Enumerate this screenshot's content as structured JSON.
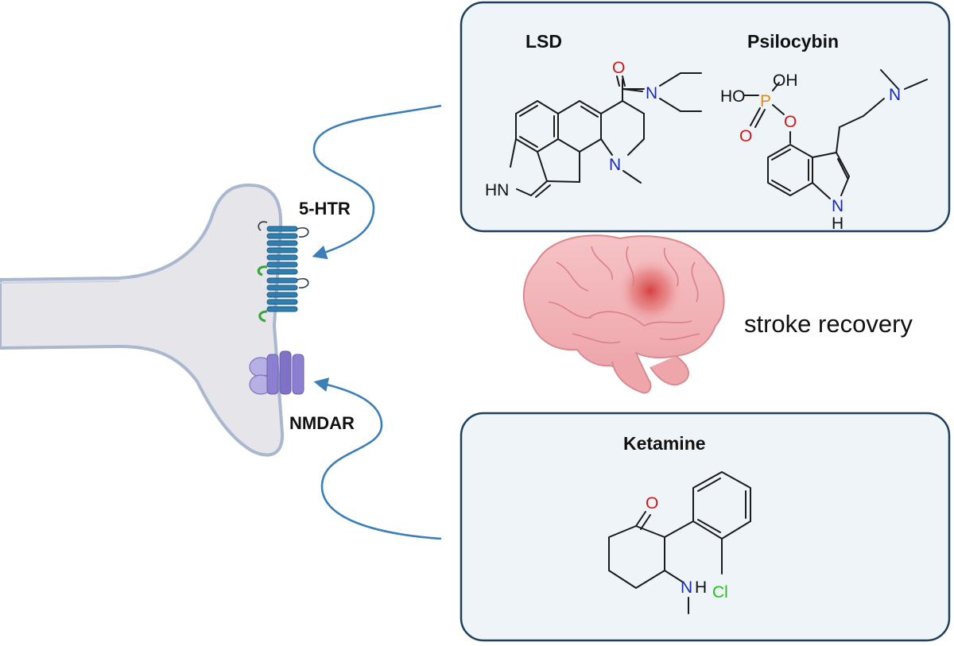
{
  "labels": {
    "receptor_5htr": "5-HTR",
    "receptor_nmdar": "NMDAR",
    "outcome": "stroke recovery"
  },
  "drugs": {
    "lsd": {
      "name": "LSD"
    },
    "psilocybin": {
      "name": "Psilocybin"
    },
    "ketamine": {
      "name": "Ketamine"
    }
  },
  "atoms": {
    "O": "O",
    "N": "N",
    "HN": "HN",
    "H": "H",
    "HO": "HO",
    "OH": "OH",
    "P": "P",
    "Cl": "Cl"
  },
  "colors": {
    "panel_border": "#1f3f5f",
    "panel_fill": "#eef4f8",
    "arrow": "#3c7fb8",
    "oxygen": "#cc1a1a",
    "nitrogen": "#1a2aa8",
    "phosphorus": "#e08a1a",
    "chlorine": "#22c21a",
    "receptor_5htr": "#2f7fb0",
    "receptor_nmdar": "#8c7fcf",
    "neuron_fill": "#e6e6ea",
    "neuron_membrane": "#a9b8cf",
    "brain": "#f2b3b8",
    "lesion": "#d43a3a"
  },
  "icons": {
    "neuron": "dendritic-spine-icon",
    "brain": "brain-icon",
    "serotonin_receptor": "gpcr-receptor-icon",
    "nmda_receptor": "ion-channel-icon"
  }
}
